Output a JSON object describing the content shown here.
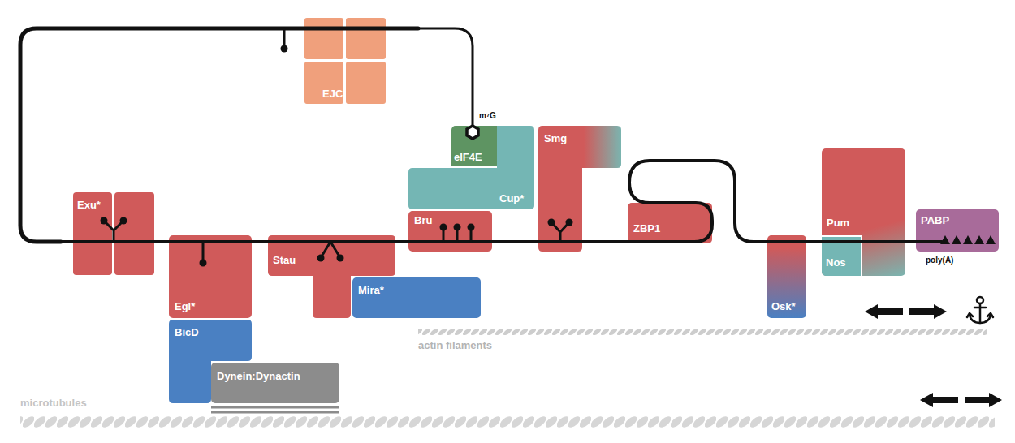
{
  "diagram": {
    "nodes": [
      {
        "text": [
          "EJC"
        ]
      },
      {
        "text": [
          "eIF4E"
        ]
      },
      {
        "text": [
          "Cup*"
        ]
      },
      {
        "text": [
          "Smg"
        ]
      },
      {
        "text": [
          "Exu*"
        ]
      },
      {
        "text": [
          "Egl*"
        ]
      },
      {
        "text": [
          "Stau"
        ]
      },
      {
        "text": [
          "Bru"
        ]
      },
      {
        "text": [
          "ZBP1"
        ]
      },
      {
        "text": [
          "Mira*"
        ]
      },
      {
        "text": [
          "BicD"
        ]
      },
      {
        "text": [
          "Dynein:Dynactin"
        ]
      },
      {
        "text": [
          "Osk*"
        ]
      },
      {
        "text": [
          "Pum"
        ]
      },
      {
        "text": [
          "Nos"
        ],
        "in": 13
      },
      {
        "text": [
          "PABP"
        ]
      }
    ],
    "labels": [
      "m⁷G",
      "poly(A)",
      "actin filaments",
      "microtubules"
    ]
  }
}
